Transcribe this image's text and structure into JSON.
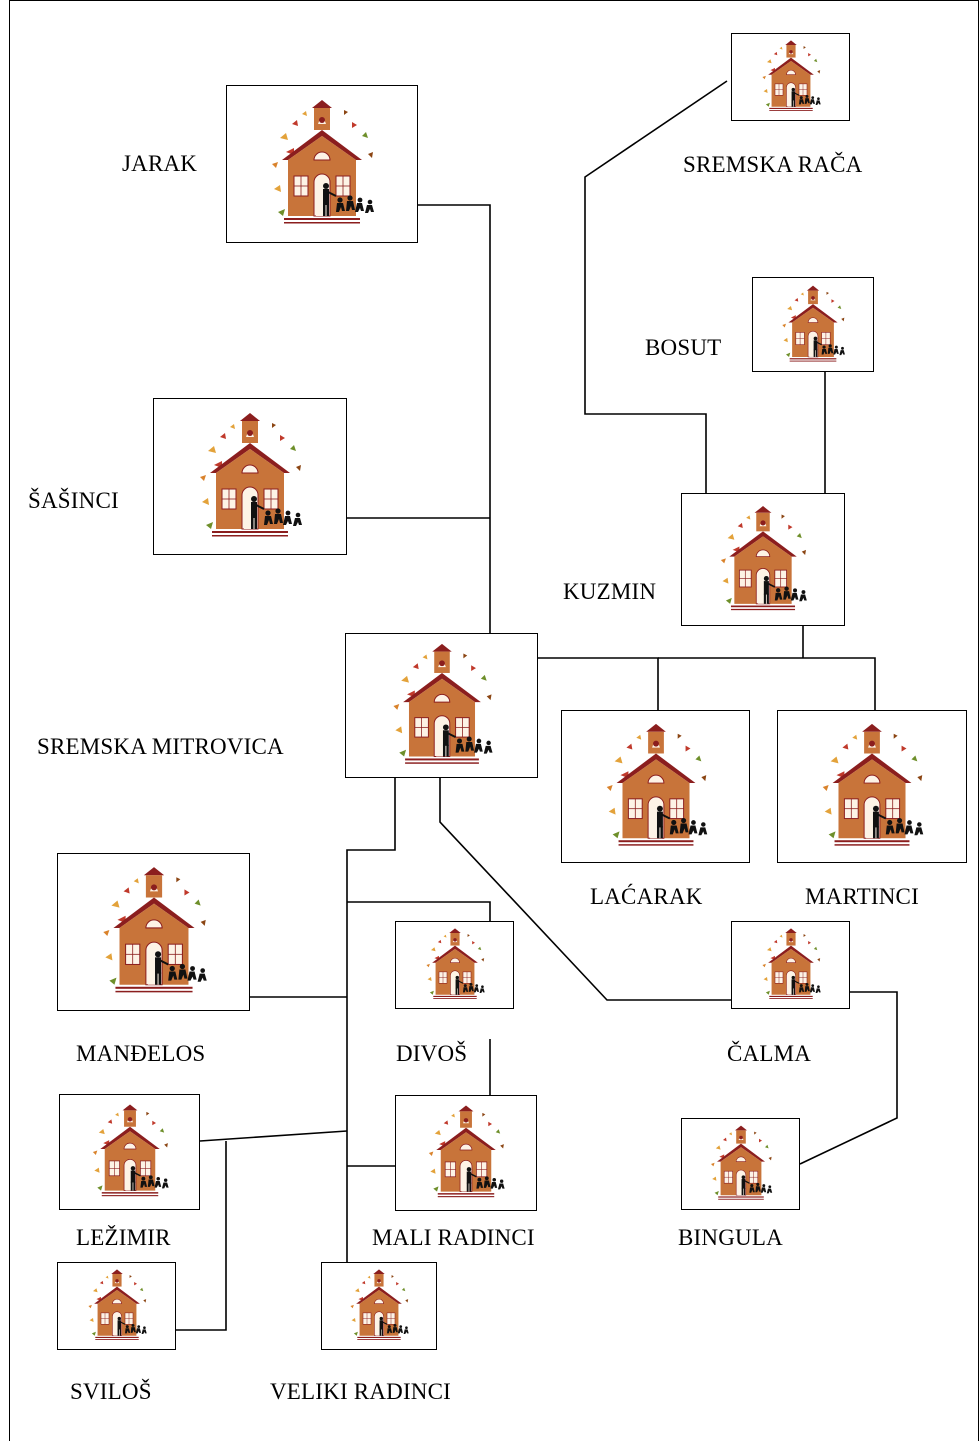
{
  "colors": {
    "brick": "#c8743a",
    "roof": "#8b1e1e",
    "window": "#fdf3e6",
    "silhouette": "#111111",
    "leaf_colors": [
      "#e3a23a",
      "#c0392b",
      "#6e8f2a",
      "#d9822b",
      "#8b4513"
    ]
  },
  "illustration": "schoolhouse-with-children-icon",
  "schools": {
    "jarak": {
      "label": "JARAK"
    },
    "sremska_raca": {
      "label": "SREMSKA RAČA"
    },
    "bosut": {
      "label": "BOSUT"
    },
    "sasinci": {
      "label": "ŠAŠINCI"
    },
    "kuzmin": {
      "label": "KUZMIN"
    },
    "sremska_mitrovica": {
      "label": "SREMSKA MITROVICA"
    },
    "lacarak": {
      "label": "LAĆARAK"
    },
    "martinci": {
      "label": "MARTINCI"
    },
    "mandjelos": {
      "label": "MANĐELOS"
    },
    "divos": {
      "label": "DIVOŠ"
    },
    "calma": {
      "label": "ČALMA"
    },
    "lezimir": {
      "label": "LEŽIMIR"
    },
    "mali_radinci": {
      "label": "MALI RADINCI"
    },
    "bingula": {
      "label": "BINGULA"
    },
    "svilos": {
      "label": "SVILOŠ"
    },
    "veliki_radinci": {
      "label": "VELIKI RADINCI"
    }
  }
}
